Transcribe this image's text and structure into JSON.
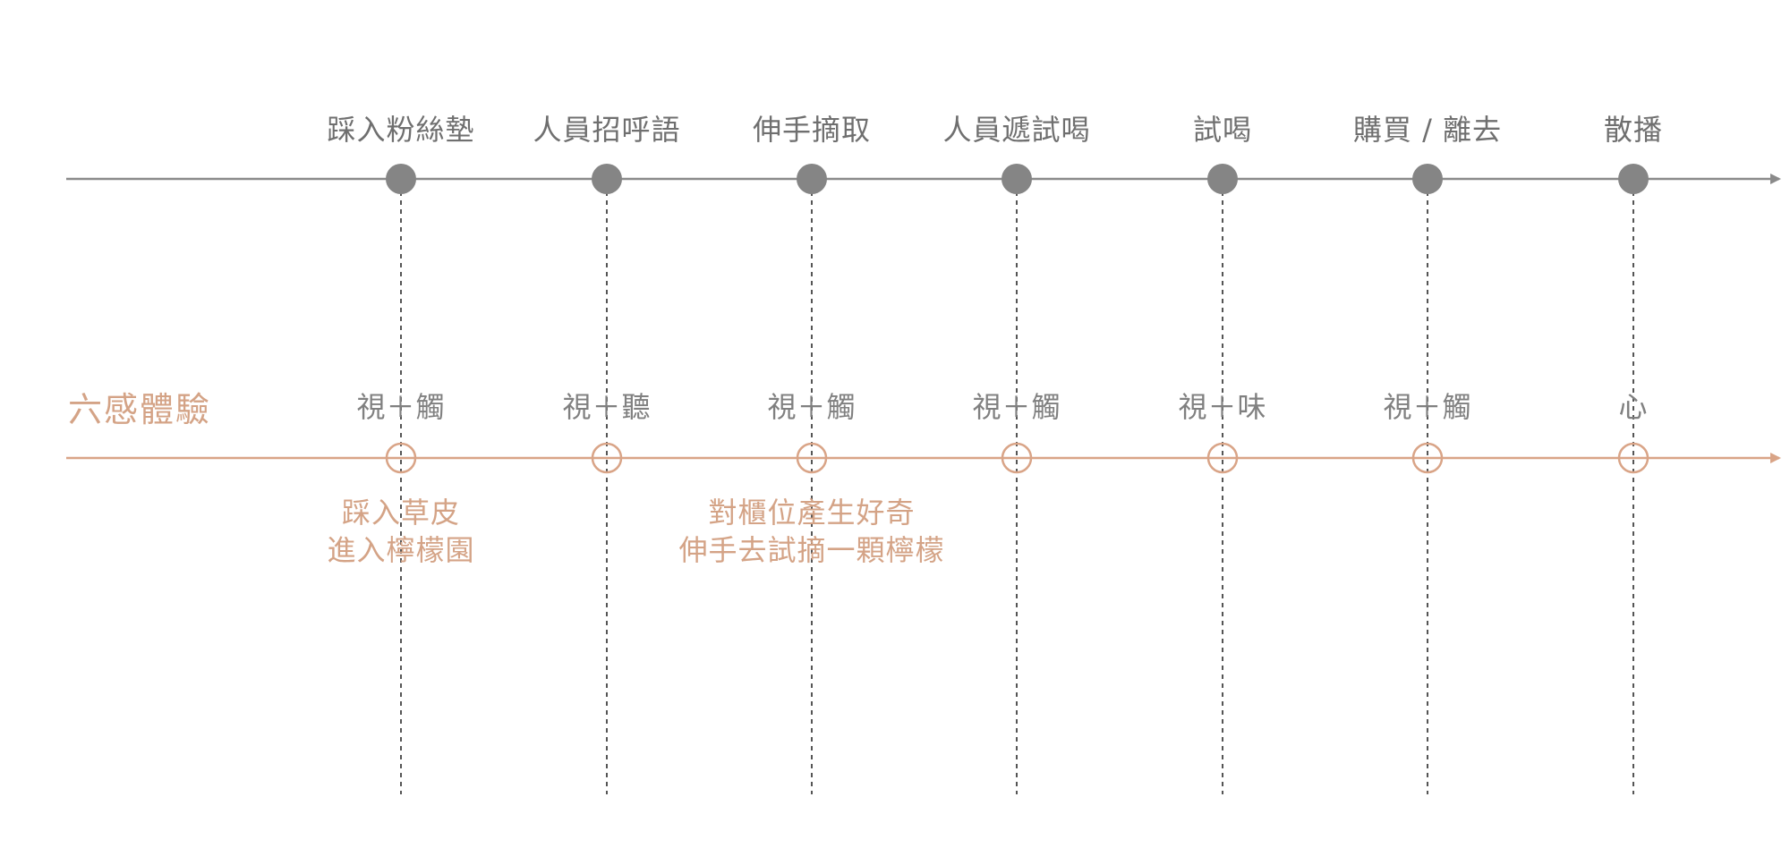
{
  "colors": {
    "timeline": "#8a8a8a",
    "dot": "#858585",
    "sense_line": "#d9a487",
    "row_title": "#d4a386",
    "stage_text": "#6f6f6f",
    "sense_text": "#808080",
    "dashed": "#555555"
  },
  "stages": [
    {
      "label": "踩入粉絲墊",
      "sense": "視＋觸"
    },
    {
      "label": "人員招呼語",
      "sense": "視＋聽"
    },
    {
      "label": "伸手摘取",
      "sense": "視＋觸"
    },
    {
      "label": "人員遞試喝",
      "sense": "視＋觸"
    },
    {
      "label": "試喝",
      "sense": "視＋味"
    },
    {
      "label": "購買 / 離去",
      "sense": "視＋觸"
    },
    {
      "label": "散播",
      "sense": "心"
    }
  ],
  "sense_row": {
    "title": "六感體驗"
  },
  "notes": [
    {
      "stage": 0,
      "lines": [
        "踩入草皮",
        "進入檸檬園"
      ]
    },
    {
      "stage": 2,
      "lines": [
        "對櫃位產生好奇",
        "伸手去試摘一顆檸檬"
      ]
    }
  ]
}
